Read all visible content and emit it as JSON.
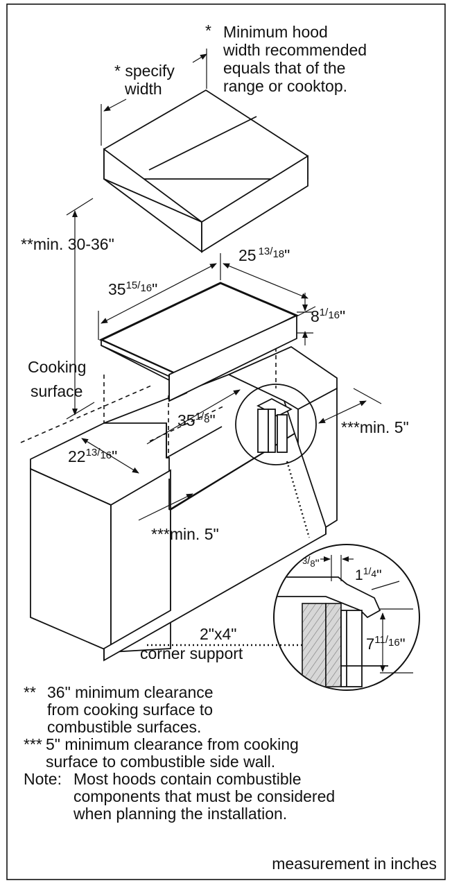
{
  "hood_note": {
    "star": "*",
    "lines": [
      "Minimum hood",
      "width recommended",
      "equals that of the",
      "range or cooktop."
    ]
  },
  "specify": {
    "line1": "* specify",
    "line2": "width"
  },
  "min_height": "**min. 30-36\"",
  "cooking_surface": {
    "line1": "Cooking",
    "line2": "surface"
  },
  "dims": {
    "cooktop_width": {
      "whole": "35",
      "num": "15",
      "den": "16",
      "unit": "\""
    },
    "cooktop_depth": {
      "whole": "25",
      "num": "13",
      "den": "18",
      "unit": "\""
    },
    "cooktop_height": {
      "whole": "8",
      "num": "1",
      "den": "16",
      "unit": "\""
    },
    "cutout_width": {
      "whole": "35",
      "num": "1",
      "den": "8",
      "unit": "\""
    },
    "cutout_depth": {
      "whole": "22",
      "num": "13",
      "den": "16",
      "unit": "\""
    },
    "side_min_right": "***min. 5\"",
    "side_min_left": "***min. 5\"",
    "detail_gap": {
      "num": "3",
      "den": "8",
      "unit": "\""
    },
    "detail_lip": {
      "whole": "1",
      "num": "1",
      "den": "4",
      "unit": "\""
    },
    "detail_depth": {
      "whole": "7",
      "num": "11",
      "den": "16",
      "unit": "\""
    }
  },
  "corner_support": {
    "line1": "2\"x4\"",
    "line2": "corner support"
  },
  "notes": [
    {
      "mark": "**",
      "lines": [
        "36\" minimum clearance",
        "from cooking surface to",
        "combustible surfaces."
      ]
    },
    {
      "mark": "***",
      "lines": [
        "5\" minimum clearance from cooking",
        "surface to combustible side wall."
      ]
    },
    {
      "mark": "Note:",
      "lines": [
        "Most hoods contain combustible",
        "components that must be considered",
        "when planning the installation."
      ]
    }
  ],
  "footer": "measurement in inches"
}
